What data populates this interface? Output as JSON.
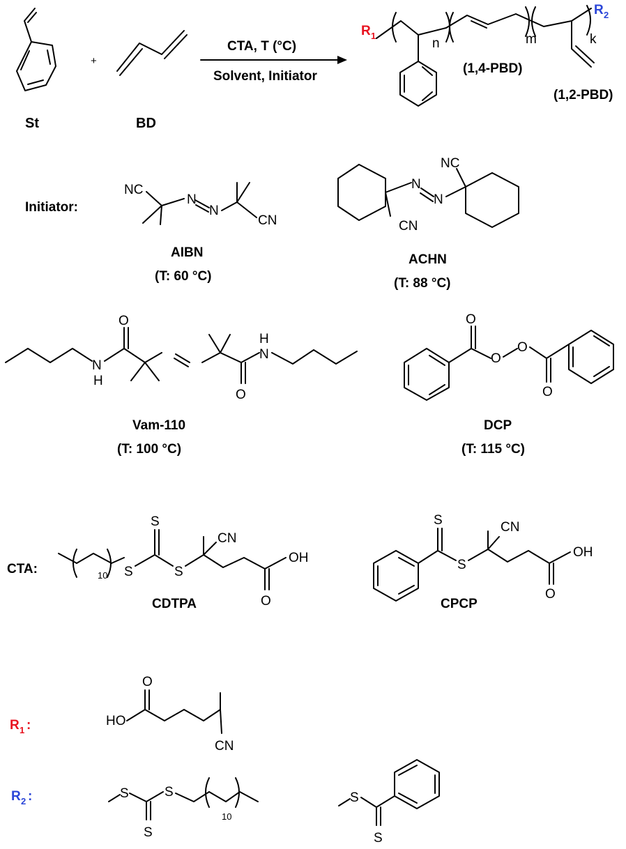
{
  "reaction": {
    "monomer_1": "St",
    "plus": "+",
    "monomer_2": "BD",
    "conditions_top": "CTA, T (°C)",
    "conditions_bottom": "Solvent, Initiator",
    "product": {
      "r1": "R",
      "r1_sub": "1",
      "r2": "R",
      "r2_sub": "2",
      "n": "n",
      "m": "m",
      "k": "k",
      "label_14": "(1,4-PBD)",
      "label_12": "(1,2-PBD)"
    },
    "colors": {
      "r1": "#e8121f",
      "r2": "#2b46d8"
    }
  },
  "initiators": {
    "heading": "Initiator:",
    "aibn": {
      "name": "AIBN",
      "temp": "(T:  60 °C)",
      "atoms": {
        "nc": "NC",
        "n1": "N",
        "n2": "N",
        "cn": "CN"
      }
    },
    "achn": {
      "name": "ACHN",
      "temp": "(T:  88 °C)",
      "atoms": {
        "nc": "NC",
        "n1": "N",
        "n2": "N",
        "cn": "CN"
      }
    },
    "vam": {
      "name": "Vam-110",
      "temp": "(T:  100 °C)",
      "atoms": {
        "o": "O",
        "n": "N",
        "h": "H"
      }
    },
    "dcp": {
      "name": "DCP",
      "temp": "(T:  115 °C)",
      "atoms": {
        "o": "O"
      }
    }
  },
  "ctas": {
    "heading": "CTA:",
    "cdtpa": {
      "name": "CDTPA",
      "atoms": {
        "s": "S",
        "cn": "CN",
        "oh": "OH",
        "o": "O",
        "repeat": "10"
      }
    },
    "cpcp": {
      "name": "CPCP",
      "atoms": {
        "s": "S",
        "cn": "CN",
        "oh": "OH",
        "o": "O"
      }
    }
  },
  "end_groups": {
    "r1_label": "R",
    "r1_sub": "1",
    "r2_label": "R",
    "r2_sub": "2",
    "colon": ":",
    "atoms": {
      "ho": "HO",
      "o": "O",
      "cn": "CN",
      "s": "S",
      "repeat": "10"
    }
  }
}
